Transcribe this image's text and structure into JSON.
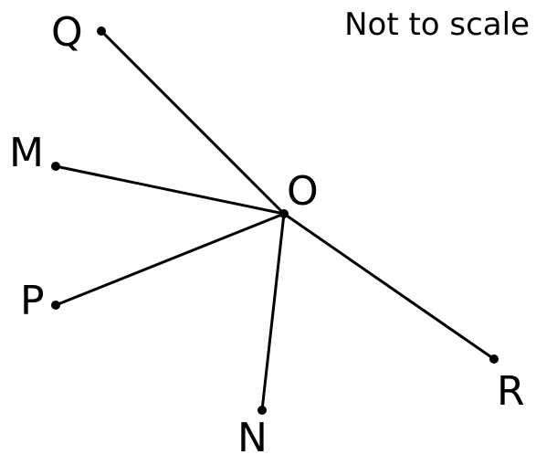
{
  "note": "Not to scale",
  "points": {
    "O": "O",
    "Q": "Q",
    "M": "M",
    "P": "P",
    "N": "N",
    "R": "R"
  },
  "colors": {
    "ink": "#000000",
    "background": "#ffffff"
  }
}
